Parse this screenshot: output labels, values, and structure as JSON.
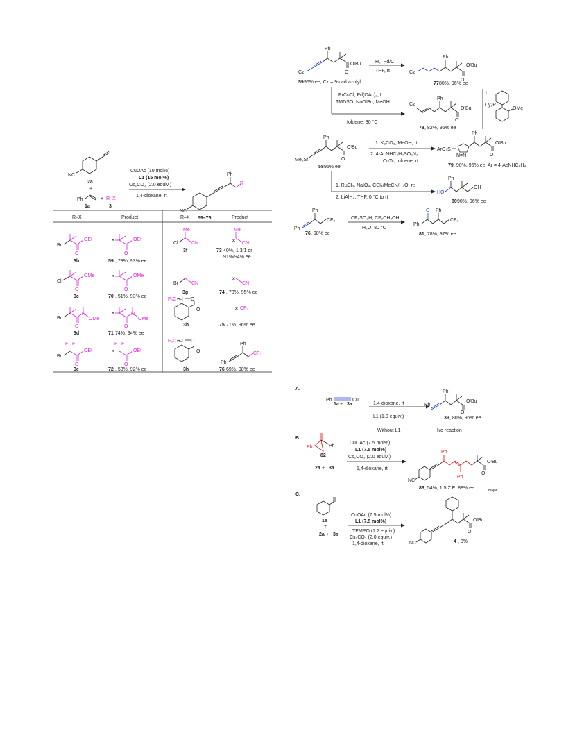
{
  "colors": {
    "magenta": "#e020e0",
    "blue": "#2040d0",
    "red": "#e02020",
    "ink": "#222222"
  },
  "left_scheme": {
    "reagent_1": "2a",
    "reagent_2": "1a",
    "reagent_3": "3",
    "rx_label": "R–X",
    "cond_1": "CuOAc (10 mol%)",
    "cond_2": "L1 (15 mol%)",
    "cond_3": "Cs₂CO₃ (2.0 equiv.)",
    "cond_4": "1,4-dioxane, rt",
    "product_range": "59–76",
    "nc": "NC",
    "ph": "Ph",
    "r": "R"
  },
  "table": {
    "headers": [
      "R–X",
      "Product",
      "R–X",
      "Product"
    ],
    "left_rows": [
      {
        "reagent": "3b",
        "product": "59",
        "yield": ", 78%, 93% ee",
        "grp": "OEt",
        "halide": "Br"
      },
      {
        "reagent": "3c",
        "product": "70",
        "yield": ", 51%, 93% ee",
        "grp": "OMe",
        "halide": "Cl"
      },
      {
        "reagent": "3d",
        "product": "71",
        "yield": " 74%, 94% ee",
        "grp": "OMe",
        "halide": "Br"
      },
      {
        "reagent": "3e",
        "product": "72",
        "yield": ", 53%, 92% ee",
        "grp": "OEt",
        "halide": "Br"
      }
    ],
    "right_rows": [
      {
        "reagent": "3f",
        "product": "73",
        "yield": " 40%, 1.3/1 dr",
        "yield2": "91%/94% ee",
        "grp": "CN",
        "halide": "Cl"
      },
      {
        "reagent": "3g",
        "product": "74",
        "yield": ", 70%, 95% ee",
        "grp": "CN",
        "halide": "Br"
      },
      {
        "reagent": "3h",
        "product": "75",
        "yield": " 71%, 96% ee",
        "grp": "CF₃"
      },
      {
        "reagent": "3h",
        "product": "76",
        "yield": " 69%, 98% ee",
        "grp": "CF₃"
      }
    ]
  },
  "right_top": {
    "sm_label": "59",
    "sm_caption": " 96% ee, Cz = 9-carbazolyl",
    "cz": "Cz",
    "obu": "OᵗBu",
    "h2_cond_1": "H₂, Pd/C",
    "h2_cond_2": "THF, rt",
    "p77": "77",
    "p77_caption": " 80%, 96% ee",
    "sem_cond_1": "PrCuCl, Pd(OAc)₂, L",
    "sem_cond_2": "TMDSO, NaOᵗBu, MeOH",
    "sem_cond_3": "toluene, 30 °C",
    "p78": "78",
    "p78_caption": ", 82%, 96% ee",
    "ligand_label": "L:",
    "ligand_cy": "Cy₂P",
    "ligand_ome": "OMe"
  },
  "right_mid": {
    "sm_label": "58",
    "sm_caption": " 96% ee",
    "me3si": "Me₃Si",
    "cond_a1": "1. K₂CO₃, MeOH, rt;",
    "cond_a2": "2. 4-AcNHC₆H₄SO₂N₃",
    "cond_a3": "CuTc, toluene, rt",
    "p79": "79",
    "p79_caption": ". 90%, 96% ee, Ar = 4-AcNHC₆H₄",
    "aro2s": "ArO₂S",
    "cond_b1": "1. RuCl₃, NaIO₄, CCl₄/MeCN/H₂O, rt;",
    "cond_b2": "2. LiAlH₄, THF, 0 °C to rt",
    "p80": "80",
    "p80_caption": " 90%, 96% ee",
    "ho": "HO",
    "oh": "OH"
  },
  "right_bottom_scheme": {
    "sm_label": "76",
    "sm_caption": ", 98% ee",
    "cf3": "CF₃",
    "cond_1": "CF₃SO₃H, CF₃CH₂OH",
    "cond_2": "H₂O, 80 °C",
    "p81": "81",
    "p81_caption": ", 78%, 97% ee",
    "o": "O"
  },
  "mechanism": {
    "A": {
      "label": "A.",
      "cu": "Cu",
      "ph": "Ph",
      "reagents": "1a",
      "reagents2": "3a",
      "cond_1": "1,4-dioxane, rt",
      "cond_2": "L1 (1.0 equiv.)",
      "cond_3": "Without L1",
      "p": "39",
      "p_caption": ", 80%, 96% ee",
      "no_reaction": "No reaction"
    },
    "B": {
      "label": "B.",
      "sm": "82",
      "reagents": "2a",
      "reagents2": "3a",
      "cond_1": "CuOAc (7.5 mol%)",
      "cond_2": "L1 (7.5 mol%)",
      "cond_3": "Cs₂CO₃ (2.0 equiv.)",
      "cond_4": "1,4-dioxane, rt",
      "p": "83",
      "p_caption": ", 54%, 1:5 Z:E, 88% ee",
      "p_sub": "major"
    },
    "C": {
      "label": "C.",
      "sm": "1a",
      "reagents": "2a",
      "reagents2": "3a",
      "cond_1": "CuOAc (7.5 mol%)",
      "cond_2": "L1 (7.5 mol%)",
      "cond_3": "TEMPO (1.2 equiv.)",
      "cond_4": "Cs₂CO₃ (2.0 equiv.)",
      "cond_5": "1,4-dioxane, rt",
      "p": "4",
      "p_caption": ", 0%"
    }
  }
}
